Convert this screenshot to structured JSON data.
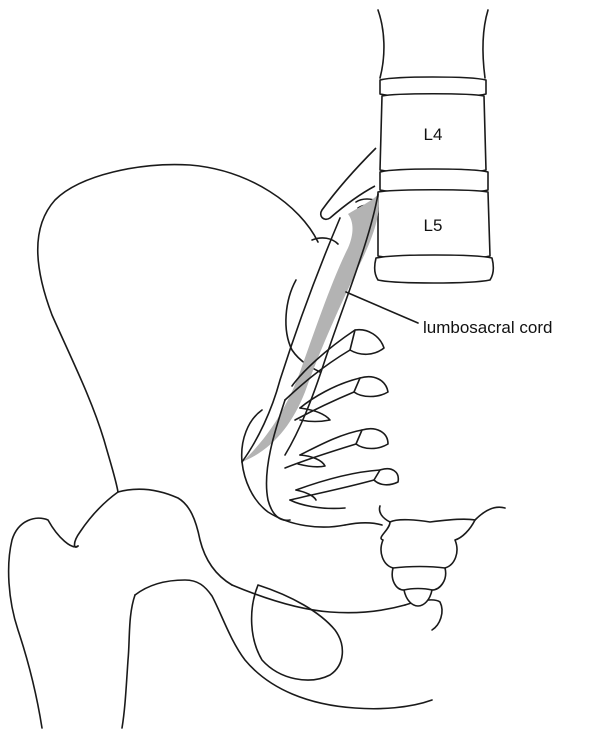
{
  "labels": {
    "vertebra_upper": "L4",
    "vertebra_lower": "L5",
    "cord": "lumbosacral cord"
  },
  "colors": {
    "outline": "#1a1a1a",
    "cord_fill": "#b3b3b3",
    "background": "#ffffff"
  }
}
